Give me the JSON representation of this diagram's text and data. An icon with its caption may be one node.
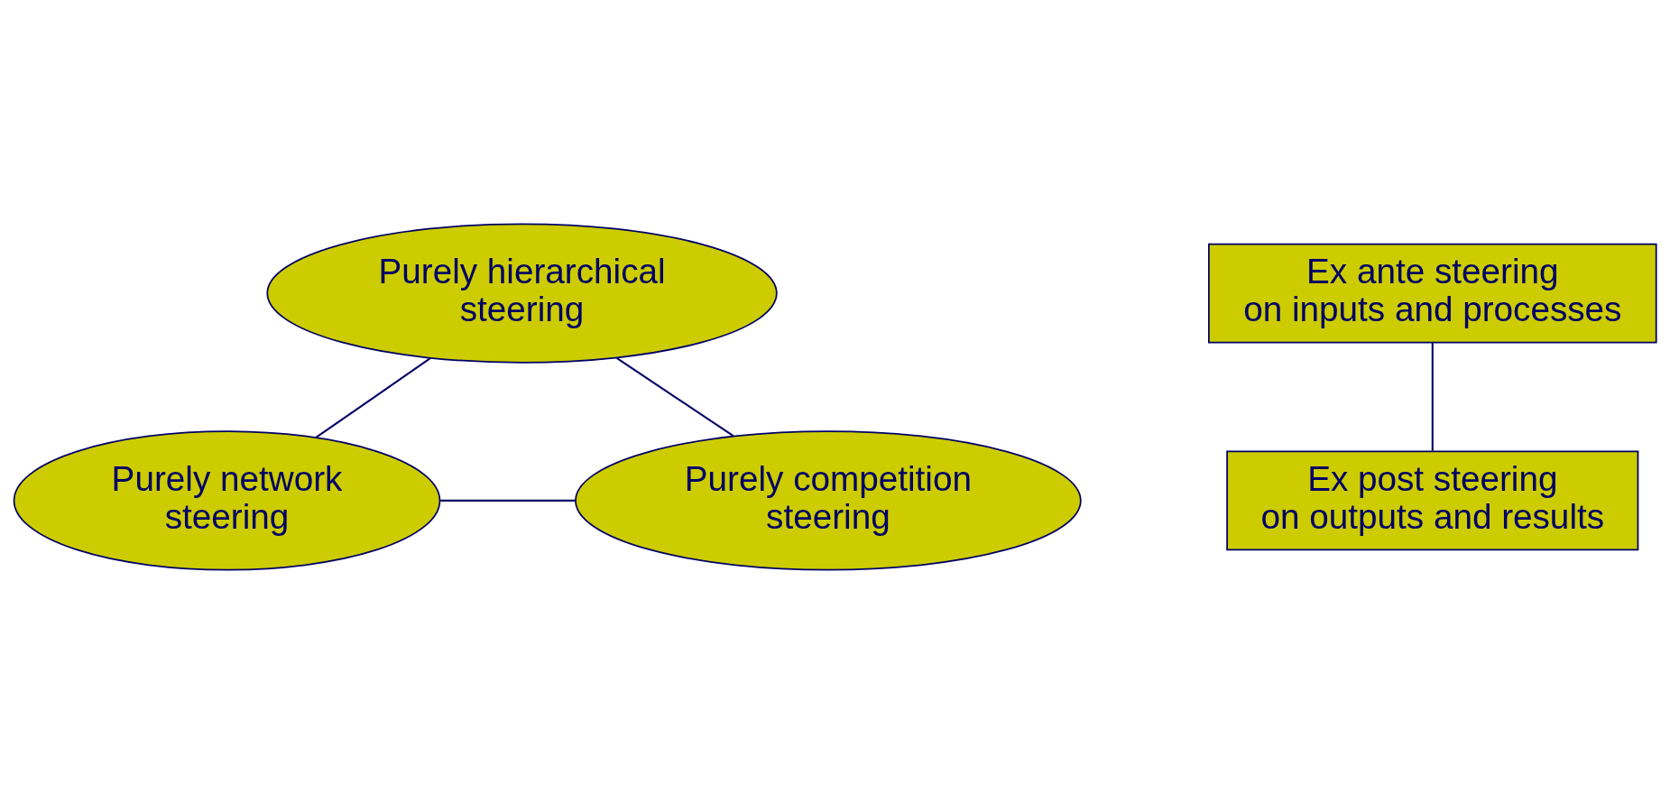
{
  "diagram": {
    "nodes": [
      {
        "text": [
          "Purely hierarchical steering"
        ]
      },
      {
        "text": [
          "Ex ante steering on inputs and processes"
        ]
      },
      {
        "text": [
          "Ex post steering on outputs and results"
        ]
      },
      {
        "text": [
          "Purely network steering"
        ]
      },
      {
        "text": [
          "Purely competition steering"
        ]
      }
    ],
    "edges": [
      {
        "from": 0,
        "to": 3,
        "arrow": "none"
      },
      {
        "from": 0,
        "to": 4,
        "arrow": "none"
      },
      {
        "from": 1,
        "to": 2,
        "arrow": "none"
      },
      {
        "from": 3,
        "to": 4,
        "arrow": "none"
      }
    ]
  }
}
